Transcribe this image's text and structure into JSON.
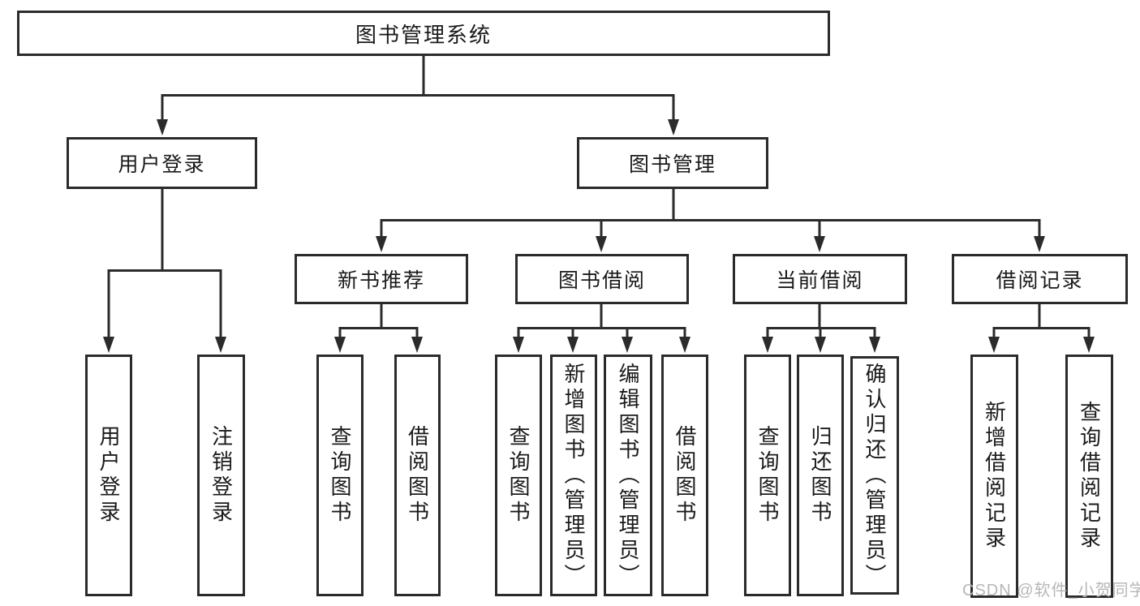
{
  "diagram": {
    "root_label": "图书管理系统",
    "level2": [
      {
        "label": "用户登录"
      },
      {
        "label": "图书管理"
      }
    ],
    "level3": [
      {
        "label": "新书推荐"
      },
      {
        "label": "图书借阅"
      },
      {
        "label": "当前借阅"
      },
      {
        "label": "借阅记录"
      }
    ],
    "leaves": {
      "user_login": [
        {
          "label": "用户登录"
        },
        {
          "label": "注销登录"
        }
      ],
      "new_book_rec": [
        {
          "label": "查询图书"
        },
        {
          "label": "借阅图书"
        }
      ],
      "book_borrow": [
        {
          "label": "查询图书"
        },
        {
          "label": "新增图书（管理员）"
        },
        {
          "label": "编辑图书（管理员）"
        },
        {
          "label": "借阅图书"
        }
      ],
      "current_borrow": [
        {
          "label": "查询图书"
        },
        {
          "label": "归还图书"
        },
        {
          "label": "确认归还（管理员）"
        }
      ],
      "borrow_records": [
        {
          "label": "新增借阅记录"
        },
        {
          "label": "查询借阅记录"
        }
      ]
    }
  },
  "watermark": {
    "text": "CSDN @软件_小贺同学"
  },
  "colors": {
    "line": "#2b2b2b",
    "text": "#1a1a1a",
    "background": "#ffffff",
    "watermark": "#b8b6b6"
  }
}
